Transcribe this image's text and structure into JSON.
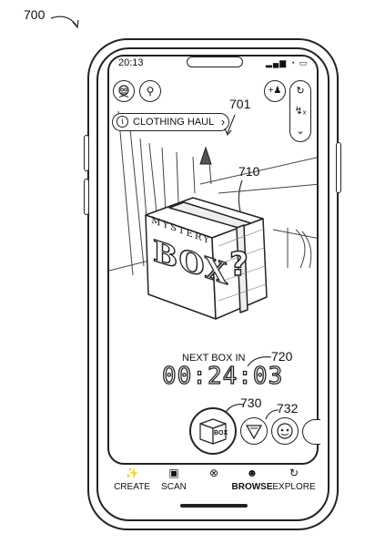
{
  "figure": {
    "ref_main": "700",
    "ref_scene": "701",
    "ref_box": "710",
    "ref_timer": "720",
    "ref_box_button": "730",
    "ref_second_item": "732"
  },
  "status_bar": {
    "time": "20:13"
  },
  "lens_tag": {
    "label": "CLOTHING HAUL"
  },
  "mystery_box": {
    "top_text": "MYSTERY",
    "front_text": "BOX",
    "side_text": "?"
  },
  "timer": {
    "label": "NEXT BOX IN",
    "value": "00:24:03"
  },
  "carousel": {
    "box_item_text": "BOX"
  },
  "nav": {
    "items": [
      {
        "label": "CREATE",
        "icon": "magic-wand-icon"
      },
      {
        "label": "SCAN",
        "icon": "scan-icon"
      },
      {
        "label": "",
        "icon": "close-circle-icon"
      },
      {
        "label": "BROWSE",
        "icon": "smiley-icon"
      },
      {
        "label": "EXPLORE",
        "icon": "explore-icon"
      }
    ]
  }
}
